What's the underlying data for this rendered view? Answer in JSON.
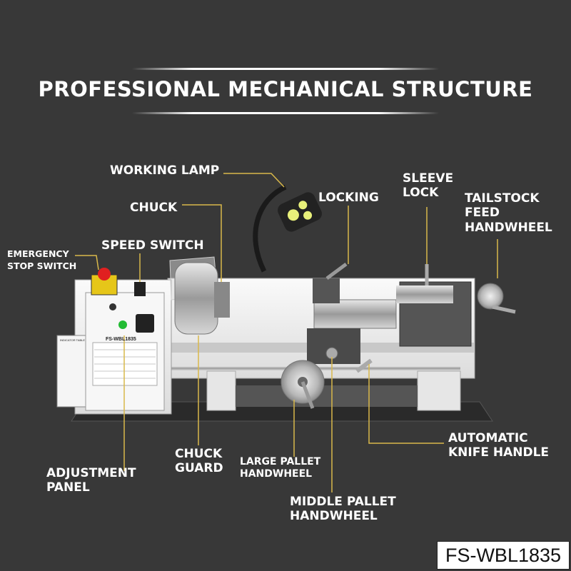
{
  "title": "PROFESSIONAL MECHANICAL STRUCTURE",
  "model_badge": "FS-WBL1835",
  "colors": {
    "background": "#383838",
    "leader_line": "#d9b84a",
    "machine_body": "#f2f2f2",
    "emergency_button": "#e02020"
  },
  "machine_panel": {
    "brand_model": "FS-WBL1835",
    "indicator_table": "INDICATOR TABLE"
  },
  "labels": {
    "working_lamp": "WORKING LAMP",
    "chuck": "CHUCK",
    "speed_switch": "SPEED SWITCH",
    "emergency_stop_1": "EMERGENCY",
    "emergency_stop_2": "STOP SWITCH",
    "locking": "LOCKING",
    "sleeve_lock_1": "SLEEVE",
    "sleeve_lock_2": "LOCK",
    "tailstock_1": "TAILSTOCK",
    "tailstock_2": "FEED",
    "tailstock_3": "HANDWHEEL",
    "automatic_knife_1": "AUTOMATIC",
    "automatic_knife_2": "KNIFE HANDLE",
    "chuck_guard_1": "CHUCK",
    "chuck_guard_2": "GUARD",
    "large_pallet_1": "LARGE PALLET",
    "large_pallet_2": "HANDWHEEL",
    "middle_pallet_1": "MIDDLE PALLET",
    "middle_pallet_2": "HANDWHEEL",
    "adjustment_panel_1": "ADJUSTMENT",
    "adjustment_panel_2": "PANEL"
  }
}
